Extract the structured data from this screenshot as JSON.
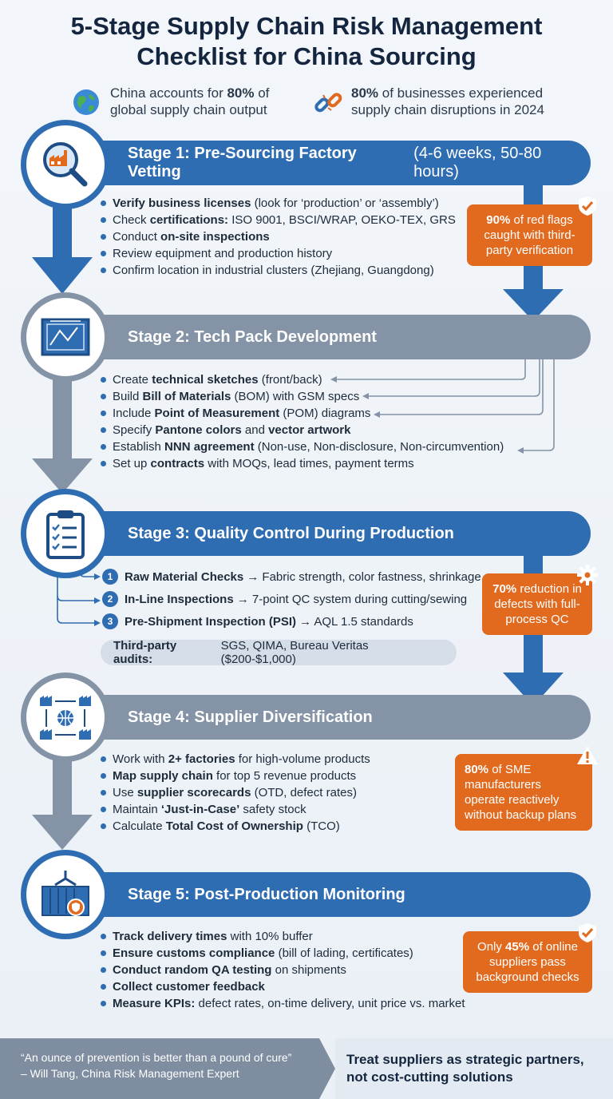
{
  "title": {
    "line1": "5-Stage Supply Chain Risk Management",
    "line2": "Checklist for China Sourcing"
  },
  "top_stats": [
    {
      "icon": "globe-icon",
      "pre": "China accounts for ",
      "bold": "80%",
      "post": " of",
      "line2": "global supply chain output"
    },
    {
      "icon": "broken-chain-icon",
      "pre": "",
      "bold": "80%",
      "post": " of businesses experienced",
      "line2": "supply chain disruptions in 2024"
    }
  ],
  "colors": {
    "blue": "#2f6db3",
    "gray": "#8493a6",
    "orange": "#e26a1f",
    "navy": "#14263f"
  },
  "stage1": {
    "title": "Stage 1: Pre-Sourcing Factory Vetting",
    "duration": " (4-6 weeks, 50-80 hours)",
    "icon": "factory-magnifier-icon",
    "items": [
      {
        "bold": "Verify business licenses",
        "rest": " (look for ‘production’ or ‘assembly’)"
      },
      {
        "pre": "Check ",
        "bold": "certifications:",
        "rest": " ISO 9001, BSCI/WRAP, OEKO-TEX, GRS"
      },
      {
        "pre": "Conduct ",
        "bold": "on-site inspections",
        "rest": ""
      },
      {
        "pre": "Review equipment and production history",
        "bold": "",
        "rest": ""
      },
      {
        "pre": "Confirm location in industrial clusters (Zhejiang, Guangdong)",
        "bold": "",
        "rest": ""
      }
    ],
    "callout": {
      "bold": "90%",
      "text": " of red flags caught with third-party verification",
      "icon": "shield-check-icon"
    }
  },
  "stage2": {
    "title": "Stage 2: Tech Pack Development",
    "icon": "blueprint-icon",
    "items": [
      {
        "pre": "Create ",
        "bold": "technical sketches",
        "rest": " (front/back)"
      },
      {
        "pre": "Build ",
        "bold": "Bill of Materials",
        "rest": " (BOM) with GSM specs"
      },
      {
        "pre": "Include ",
        "bold": "Point of Measurement",
        "rest": " (POM) diagrams"
      },
      {
        "pre": "Specify ",
        "bold": "Pantone colors",
        "rest": " and ",
        "bold2": "vector artwork"
      },
      {
        "pre": "Establish ",
        "bold": "NNN agreement",
        "rest": " (Non-use, Non-disclosure, Non-circumvention)"
      },
      {
        "pre": "Set up ",
        "bold": "contracts",
        "rest": " with MOQs, lead times, payment terms"
      }
    ]
  },
  "stage3": {
    "title": "Stage 3: Quality Control During Production",
    "icon": "clipboard-checklist-icon",
    "steps": [
      {
        "num": "1",
        "bold": "Raw Material Checks",
        "rest": "→ Fabric strength, color fastness, shrinkage"
      },
      {
        "num": "2",
        "bold": "In-Line Inspections",
        "rest": "→ 7-point QC system during cutting/sewing"
      },
      {
        "num": "3",
        "bold": "Pre-Shipment Inspection (PSI)",
        "rest": "→ AQL 1.5 standards"
      }
    ],
    "audits": {
      "bold": "Third-party audits:",
      "rest": "SGS, QIMA, Bureau Veritas ($200-$1,000)"
    },
    "callout": {
      "bold": "70%",
      "text": " reduction in defects with full-process QC",
      "icon": "gear-icon"
    }
  },
  "stage4": {
    "title": "Stage 4: Supplier Diversification",
    "icon": "factory-network-icon",
    "items": [
      {
        "pre": "Work with ",
        "bold": "2+ factories",
        "rest": " for high-volume products"
      },
      {
        "pre": "",
        "bold": "Map supply chain",
        "rest": " for top 5 revenue products"
      },
      {
        "pre": "Use ",
        "bold": "supplier scorecards",
        "rest": " (OTD, defect rates)"
      },
      {
        "pre": "Maintain ",
        "bold": "‘Just-in-Case’",
        "rest": " safety stock"
      },
      {
        "pre": "Calculate ",
        "bold": "Total Cost of Ownership",
        "rest": " (TCO)"
      }
    ],
    "callout": {
      "bold": "80%",
      "text": " of SME manufacturers operate reactively without backup plans",
      "icon": "warning-icon"
    }
  },
  "stage5": {
    "title": "Stage 5: Post-Production Monitoring",
    "icon": "container-icon",
    "items": [
      {
        "pre": "",
        "bold": "Track delivery times",
        "rest": " with 10% buffer"
      },
      {
        "pre": "",
        "bold": "Ensure customs compliance",
        "rest": " (bill of lading, certificates)"
      },
      {
        "pre": "",
        "bold": "Conduct random QA testing",
        "rest": " on shipments"
      },
      {
        "pre": "",
        "bold": "Collect customer feedback",
        "rest": ""
      },
      {
        "pre": "",
        "bold": "Measure KPIs:",
        "rest": " defect rates, on-time delivery, unit price vs. market"
      }
    ],
    "callout": {
      "pre": "Only ",
      "bold": "45%",
      "text": " of online suppliers pass background checks",
      "icon": "shield-check-icon"
    }
  },
  "footer": {
    "quote": "“An ounce of prevention is better than a pound of cure”",
    "author": "– Will Tang, China Risk Management Expert",
    "takeaway_line1": "Treat suppliers as strategic partners,",
    "takeaway_line2": "not cost-cutting solutions"
  }
}
